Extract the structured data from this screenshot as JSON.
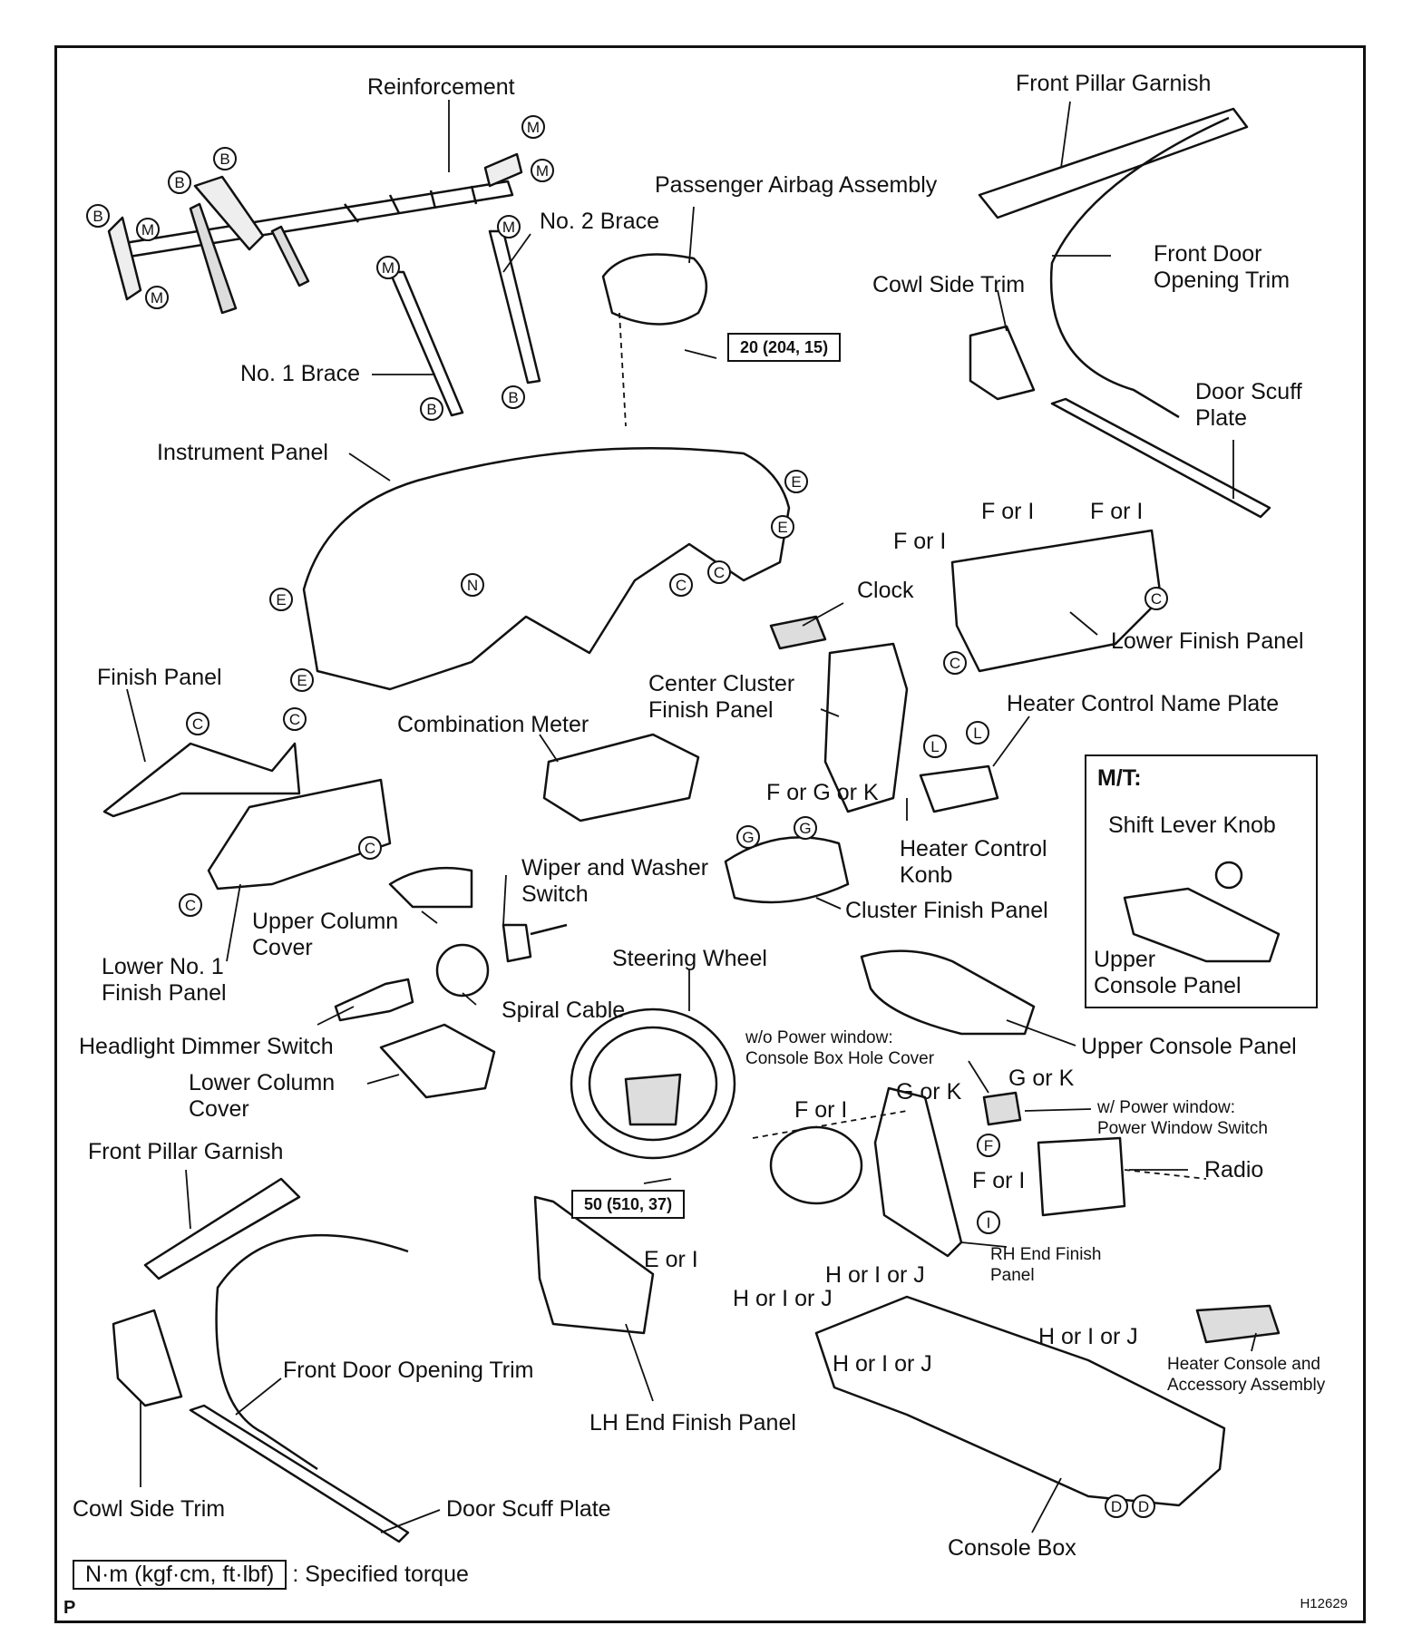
{
  "labels": {
    "reinforcement": "Reinforcement",
    "front_pillar_garnish_top": "Front Pillar Garnish",
    "passenger_airbag": "Passenger Airbag Assembly",
    "no2_brace": "No. 2 Brace",
    "front_door_opening_trim_top": "Front Door\nOpening Trim",
    "cowl_side_trim_top": "Cowl Side Trim",
    "no1_brace": "No. 1 Brace",
    "door_scuff_plate_top": "Door Scuff\nPlate",
    "instrument_panel": "Instrument Panel",
    "clock": "Clock",
    "lower_finish_panel": "Lower Finish Panel",
    "finish_panel": "Finish Panel",
    "center_cluster_finish_panel": "Center Cluster\nFinish Panel",
    "heater_control_name_plate": "Heater Control Name Plate",
    "combination_meter": "Combination Meter",
    "heater_control_knob": "Heater Control\nKonb",
    "mt": "M/T:",
    "shift_lever_knob": "Shift Lever Knob",
    "upper_console_panel_mt": "Upper\nConsole Panel",
    "wiper_washer_switch": "Wiper and Washer\nSwitch",
    "upper_column_cover": "Upper Column\nCover",
    "cluster_finish_panel": "Cluster Finish Panel",
    "lower_no1_finish_panel": "Lower No. 1\nFinish Panel",
    "steering_wheel": "Steering Wheel",
    "spiral_cable": "Spiral Cable",
    "headlight_dimmer_switch": "Headlight Dimmer Switch",
    "upper_console_panel": "Upper Console Panel",
    "console_box_hole_cover": "w/o Power window:\nConsole Box Hole Cover",
    "lower_column_cover": "Lower Column\nCover",
    "power_window_switch": "w/ Power window:\nPower Window Switch",
    "front_pillar_garnish_bottom": "Front Pillar Garnish",
    "radio": "Radio",
    "rh_end_finish_panel": "RH End Finish\nPanel",
    "front_door_opening_trim_bottom": "Front Door Opening Trim",
    "heater_console_accessory": "Heater Console and\nAccessory Assembly",
    "lh_end_finish_panel": "LH End Finish Panel",
    "cowl_side_trim_bottom": "Cowl Side Trim",
    "door_scuff_plate_bottom": "Door Scuff Plate",
    "console_box": "Console Box"
  },
  "torques": {
    "airbag": "20 (204, 15)",
    "steering": "50 (510, 37)"
  },
  "legend": {
    "unit": "N·m (kgf·cm, ft·lbf)",
    "text": ": Specified torque"
  },
  "clip_text": {
    "f_or_i": "F or I",
    "f_or_g_or_k": "F or G or K",
    "g_or_k": "G or K",
    "e_or_i": "E or I",
    "h_or_i_or_j": "H or I or J",
    "or": "or"
  },
  "figure_code": "H12629",
  "page_mark": "P",
  "badges": [
    "M",
    "B",
    "E",
    "C",
    "N",
    "D",
    "L",
    "G",
    "F",
    "I"
  ]
}
